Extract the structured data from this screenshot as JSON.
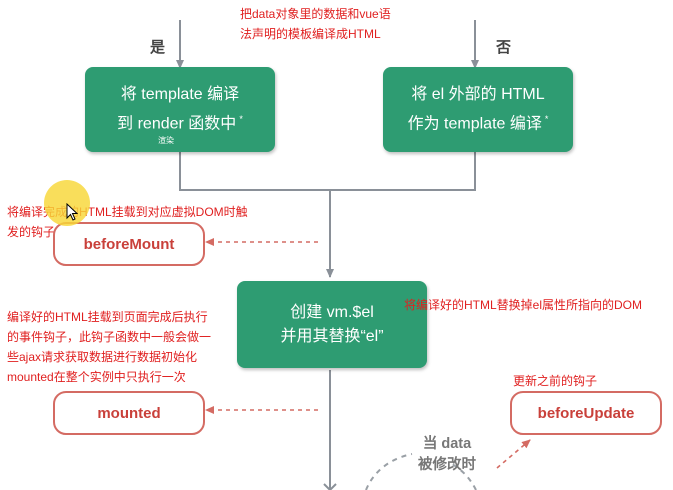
{
  "branch": {
    "yes": "是",
    "no": "否"
  },
  "top_note": {
    "line1": "把data对象里的数据和vue语",
    "line2": "法声明的模板编译成HTML"
  },
  "box_left": {
    "line1": "将 template 编译",
    "line2": "到 render 函数中",
    "star": "*",
    "sub": "渲染"
  },
  "box_right": {
    "line1": "将 el 外部的 HTML",
    "line2": "作为 template 编译",
    "star": "*"
  },
  "note_before_mount": {
    "line1": "将编译完成的HTML挂载到对应虚拟DOM时触",
    "line2": "发的钩子，此时页面还没有内容"
  },
  "hook_before_mount": "beforeMount",
  "box_center": {
    "line1": "创建  vm.$el",
    "line2": "并用其替换“el”"
  },
  "note_replace": "将编译好的HTML替换掉el属性所指向的DOM",
  "note_mounted": {
    "line1": "编译好的HTML挂载到页面完成后执行",
    "line2": "的事件钩子，此钩子函数中一般会做一",
    "line3": "些ajax请求获取数据进行数据初始化",
    "line4": "mounted在整个实例中只执行一次"
  },
  "hook_mounted": "mounted",
  "note_before_update": "更新之前的钩子",
  "hook_before_update": "beforeUpdate",
  "data_change": {
    "line1": "当 data",
    "line2": "被修改时"
  },
  "colors": {
    "green": "#2e9c72",
    "red_text": "#e02020",
    "hook_border": "#d46b63",
    "hook_text": "#c9403a",
    "line": "#8a9098"
  }
}
